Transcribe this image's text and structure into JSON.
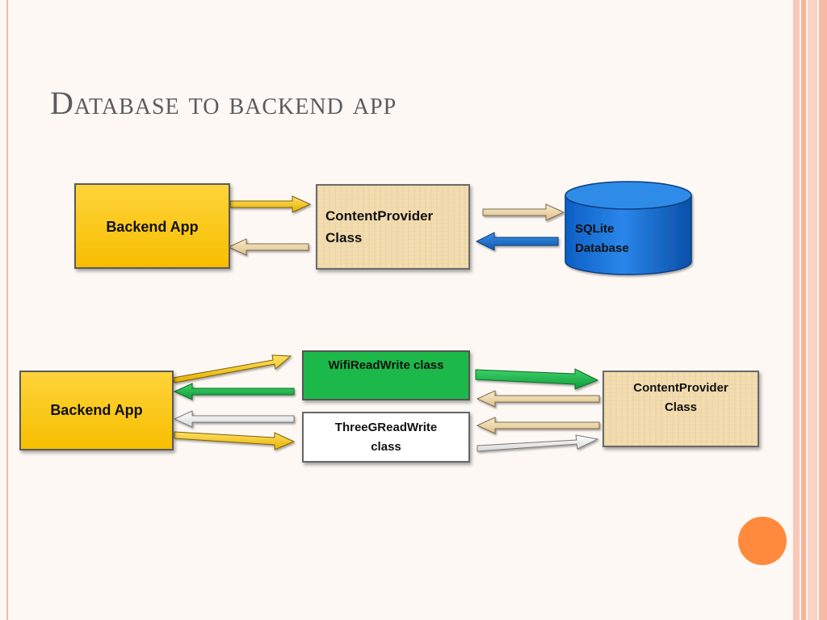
{
  "slide": {
    "title": "Database to backend app"
  },
  "diagram1": {
    "backend_app": "Backend App",
    "content_provider": "ContentProvider\nClass",
    "sqlite_db": "SQLite\nDatabase"
  },
  "diagram2": {
    "backend_app": "Backend App",
    "wifi_class": "WifiReadWrite class",
    "threeg_class": "ThreeGReadWrite\nclass",
    "content_provider": "ContentProvider\nClass"
  },
  "colors": {
    "yellow": "#f7be00",
    "tan": "#f3ddb0",
    "green": "#1db84a",
    "blue": "#1a6fd0",
    "white": "#ffffff",
    "accent_orange": "#ff8a3d",
    "stripe_pink": "#f7b8a4"
  }
}
